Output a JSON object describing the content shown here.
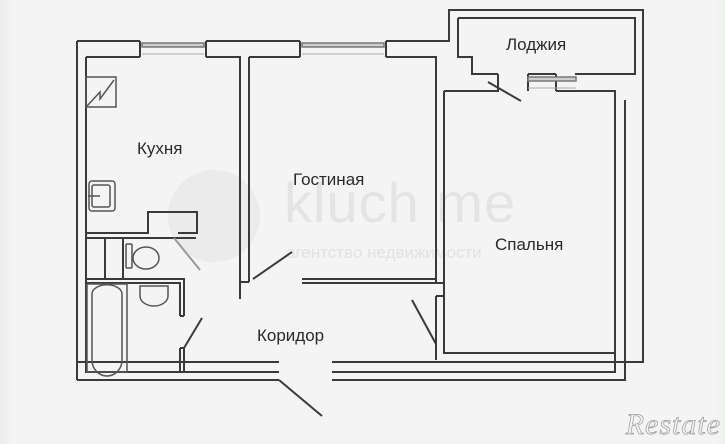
{
  "floor_plan": {
    "rooms": [
      {
        "id": "kitchen",
        "label": "Кухня"
      },
      {
        "id": "living_room",
        "label": "Гостиная"
      },
      {
        "id": "loggia",
        "label": "Лоджия"
      },
      {
        "id": "bedroom",
        "label": "Спальня"
      },
      {
        "id": "corridor",
        "label": "Коридор"
      }
    ],
    "fixtures": [
      "gas-stove",
      "kitchen-sink",
      "toilet",
      "washbasin",
      "bathtub"
    ]
  },
  "watermark": {
    "main": "kluch me",
    "sub": "агентство недвижимости"
  },
  "brand": {
    "logo_text": "Restate"
  },
  "colors": {
    "wall": "#3a3a3a",
    "window": "#8a8a8a",
    "background": "#f4f4f4",
    "watermark": "#e4e4e4"
  }
}
